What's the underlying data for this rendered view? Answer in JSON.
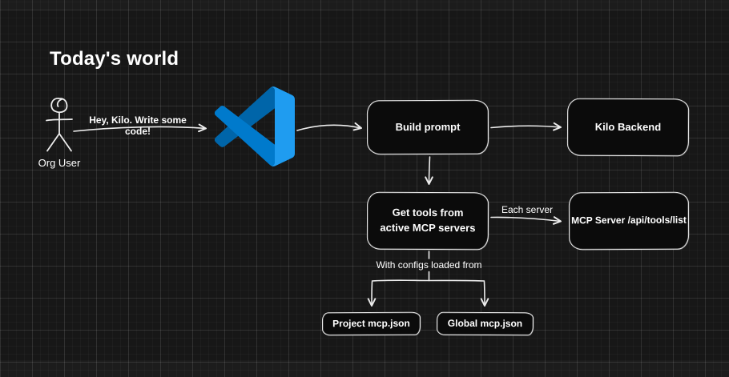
{
  "canvas": {
    "title": "Today's world"
  },
  "colors": {
    "background": "#171717",
    "stroke": "#ececec",
    "node_fill": "#0b0b0b",
    "text": "#ffffff",
    "vscode_dark": "#0065A9",
    "vscode_mid": "#007ACC",
    "vscode_light": "#1F9CF0"
  },
  "actor": {
    "label": "Org User",
    "icon": "stick-figure-icon"
  },
  "vscode": {
    "icon": "vscode-logo-icon"
  },
  "nodes": {
    "build_prompt": {
      "label": "Build prompt"
    },
    "kilo_backend": {
      "label": "Kilo Backend"
    },
    "get_tools": {
      "label": "Get tools from active MCP servers"
    },
    "mcp_server": {
      "label": "MCP Server /api/tools/list"
    },
    "project_mcp": {
      "label": "Project mcp.json"
    },
    "global_mcp": {
      "label": "Global mcp.json"
    }
  },
  "edge_labels": {
    "user_request": "Hey, Kilo. Write some code!",
    "each_server": "Each server",
    "with_configs": "With configs loaded from"
  }
}
